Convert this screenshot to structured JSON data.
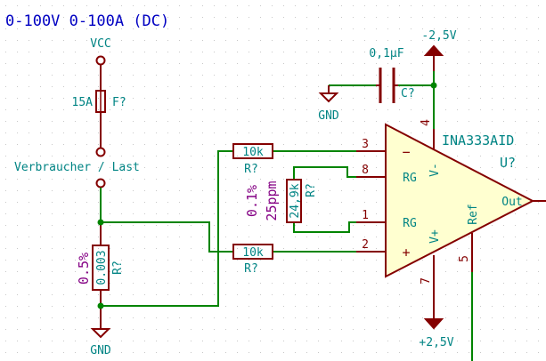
{
  "title": "0-100V 0-100A (DC)",
  "colors": {
    "wire": "#008400",
    "component": "#840000",
    "power": "#840000",
    "pin_number": "#840000",
    "net_text": "#008484",
    "ref_text": "#008484",
    "value_text": "#840084",
    "title_text": "#0000c2",
    "grid": "#c8c8c8"
  },
  "power": {
    "vcc": "VCC",
    "gnd_left": "GND",
    "gnd_cap": "GND",
    "neg_rail": "-2,5V",
    "pos_rail": "+2,5V"
  },
  "fuse": {
    "value": "15A",
    "ref": "F?"
  },
  "load_label": "Verbraucher / Last",
  "shunt": {
    "tolerance": "0.5%",
    "value": "0.003",
    "ref": "R?"
  },
  "r_in_top": {
    "value": "10k",
    "ref": "R?"
  },
  "r_in_bottom": {
    "value": "10k",
    "ref": "R?"
  },
  "gain_resistor": {
    "tolerance": "0.1%",
    "tempco": "25ppm",
    "value": "24,9k",
    "ref": "R?"
  },
  "capacitor": {
    "value": "0,1µF",
    "ref": "C?"
  },
  "opamp": {
    "part": "INA333AID",
    "ref": "U?",
    "pins": {
      "in_neg": "3",
      "rg1": "8",
      "rg2": "1",
      "in_pos": "2",
      "v_neg": "4",
      "v_pos": "7",
      "ref": "5"
    },
    "labels": {
      "minus": "−",
      "plus": "+",
      "rg1": "RG",
      "rg2": "RG",
      "v_neg": "V-",
      "v_pos": "V+",
      "ref": "Ref",
      "out": "Out"
    }
  }
}
